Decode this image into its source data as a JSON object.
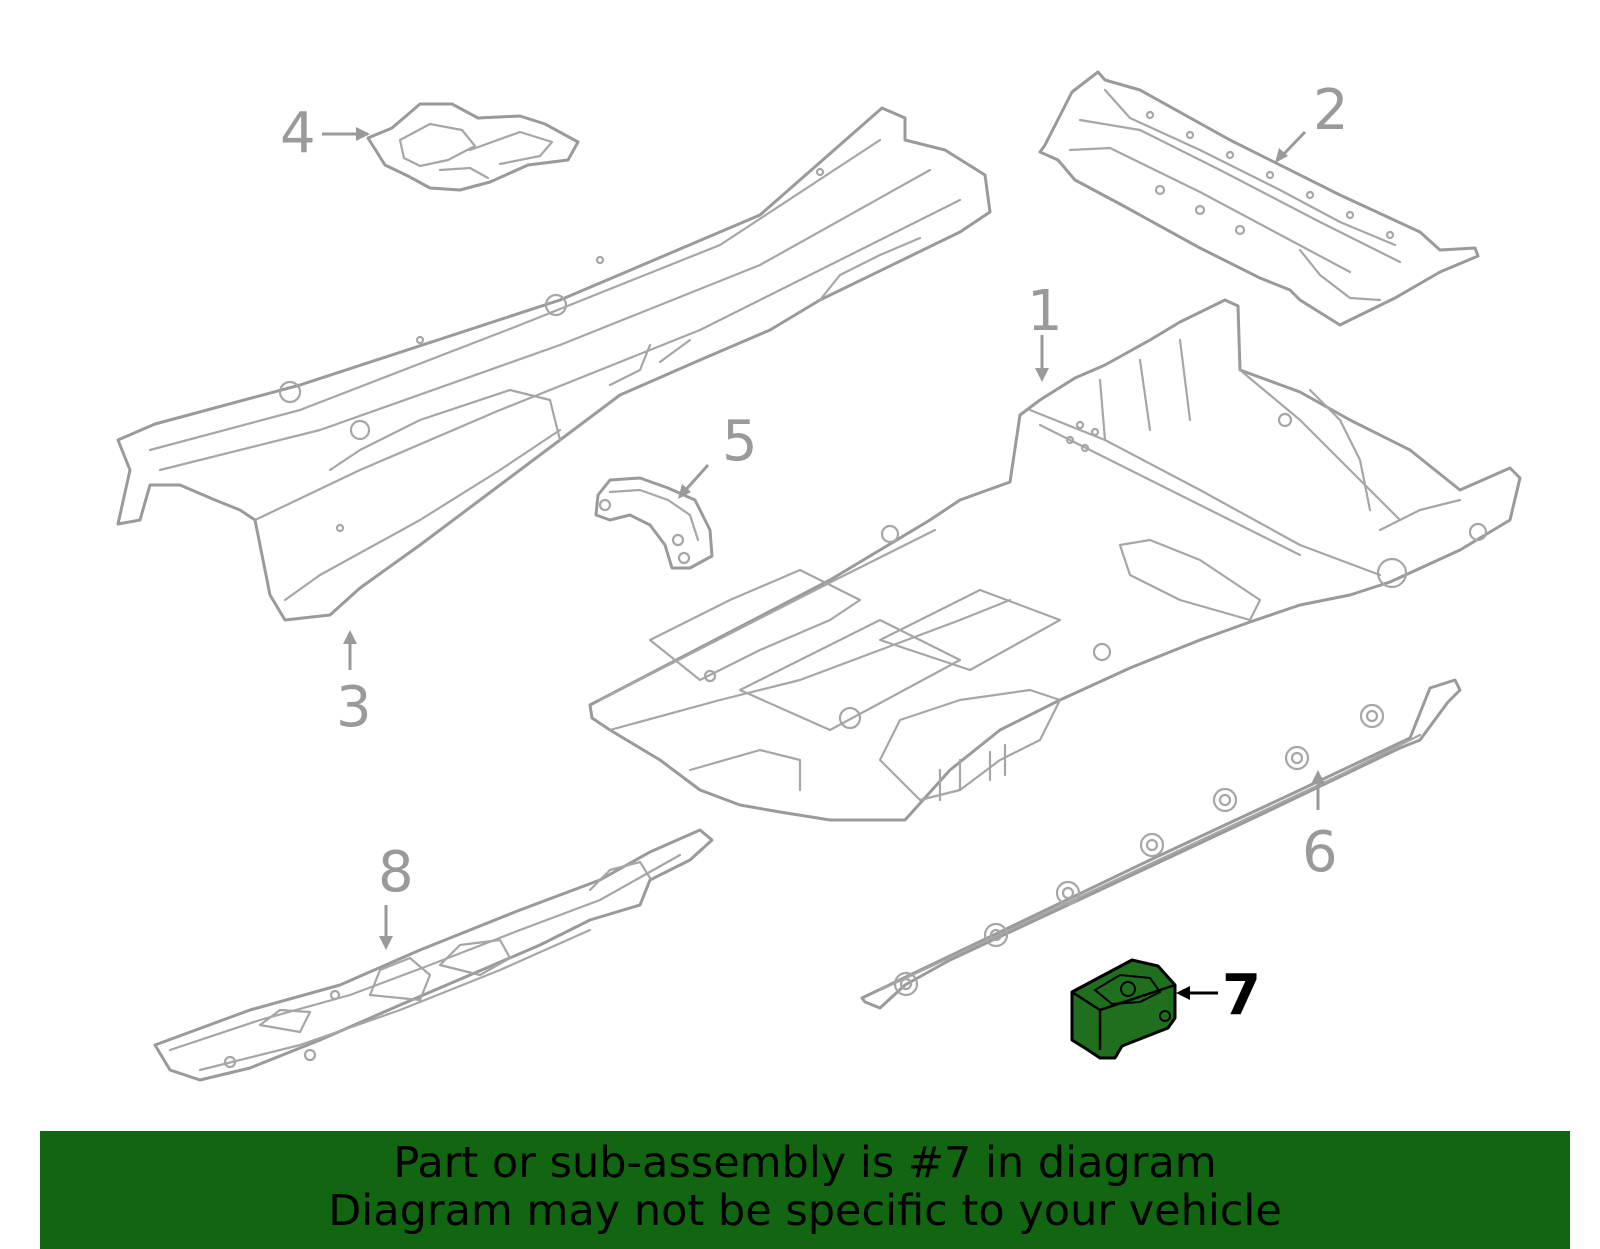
{
  "diagram": {
    "callouts": [
      {
        "id": "1",
        "label": "1",
        "highlighted": false
      },
      {
        "id": "2",
        "label": "2",
        "highlighted": false
      },
      {
        "id": "3",
        "label": "3",
        "highlighted": false
      },
      {
        "id": "4",
        "label": "4",
        "highlighted": false
      },
      {
        "id": "5",
        "label": "5",
        "highlighted": false
      },
      {
        "id": "6",
        "label": "6",
        "highlighted": false
      },
      {
        "id": "7",
        "label": "7",
        "highlighted": true
      },
      {
        "id": "8",
        "label": "8",
        "highlighted": false
      }
    ],
    "colors": {
      "line_art": "#9a9a9a",
      "highlight_part": "#1f6f1f",
      "highlight_label": "#000000",
      "banner_bg": "#126612"
    }
  },
  "banner": {
    "line1": "Part or sub-assembly is #7 in diagram",
    "line2": "Diagram may not be specific to your vehicle"
  }
}
